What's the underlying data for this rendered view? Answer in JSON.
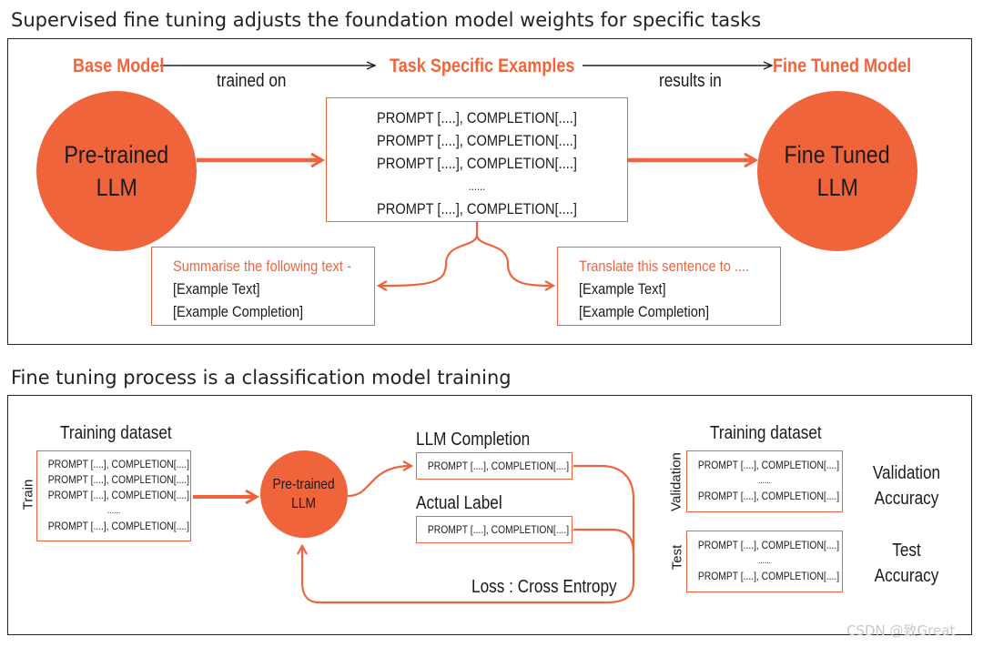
{
  "top": {
    "heading": "Supervised fine tuning adjusts the foundation model weights for specific tasks",
    "base_model_label": "Base Model",
    "task_examples_label": "Task Specific Examples",
    "fine_tuned_label": "Fine Tuned Model",
    "trained_on": "trained on",
    "results_in": "results in",
    "pretrained_circle": [
      "Pre-trained",
      "LLM"
    ],
    "finetuned_circle": [
      "Fine Tuned",
      "LLM"
    ],
    "examples_box": [
      "PROMPT [....], COMPLETION[....]",
      "PROMPT [....], COMPLETION[....]",
      "PROMPT [....], COMPLETION[....]",
      "......",
      "PROMPT [....], COMPLETION[....]"
    ],
    "summarise_box": {
      "title": "Summarise the following text -",
      "line1": "[Example Text]",
      "line2": "[Example Completion]"
    },
    "translate_box": {
      "title": "Translate this sentence to ....",
      "line1": "[Example Text]",
      "line2": "[Example Completion]"
    }
  },
  "bottom": {
    "heading": "Fine tuning process is a classification model training",
    "training_dataset_left": "Training dataset",
    "train_label": "Train",
    "train_box": [
      "PROMPT [....], COMPLETION[....]",
      "PROMPT [....], COMPLETION[....]",
      "PROMPT [....], COMPLETION[....]",
      "......",
      "PROMPT [....], COMPLETION[....]"
    ],
    "pretrained_circle": [
      "Pre-trained",
      "LLM"
    ],
    "llm_completion_label": "LLM Completion",
    "llm_completion_box": "PROMPT [....], COMPLETION[....]",
    "actual_label_label": "Actual Label",
    "actual_label_box": "PROMPT [....], COMPLETION[....]",
    "loss_label": "Loss : Cross Entropy",
    "training_dataset_right": "Training dataset",
    "validation_label": "Validation",
    "validation_box": [
      "PROMPT [....], COMPLETION[....]",
      "......",
      "PROMPT [....], COMPLETION[....]"
    ],
    "validation_accuracy": [
      "Validation",
      "Accuracy"
    ],
    "test_label": "Test",
    "test_box": [
      "PROMPT [....], COMPLETION[....]",
      "......",
      "PROMPT [....], COMPLETION[....]"
    ],
    "test_accuracy": [
      "Test",
      "Accuracy"
    ]
  },
  "watermark": "CSDN @致Great",
  "colors": {
    "accent": "#f0643c",
    "frame": "#222222",
    "text": "#1a1a1a"
  }
}
